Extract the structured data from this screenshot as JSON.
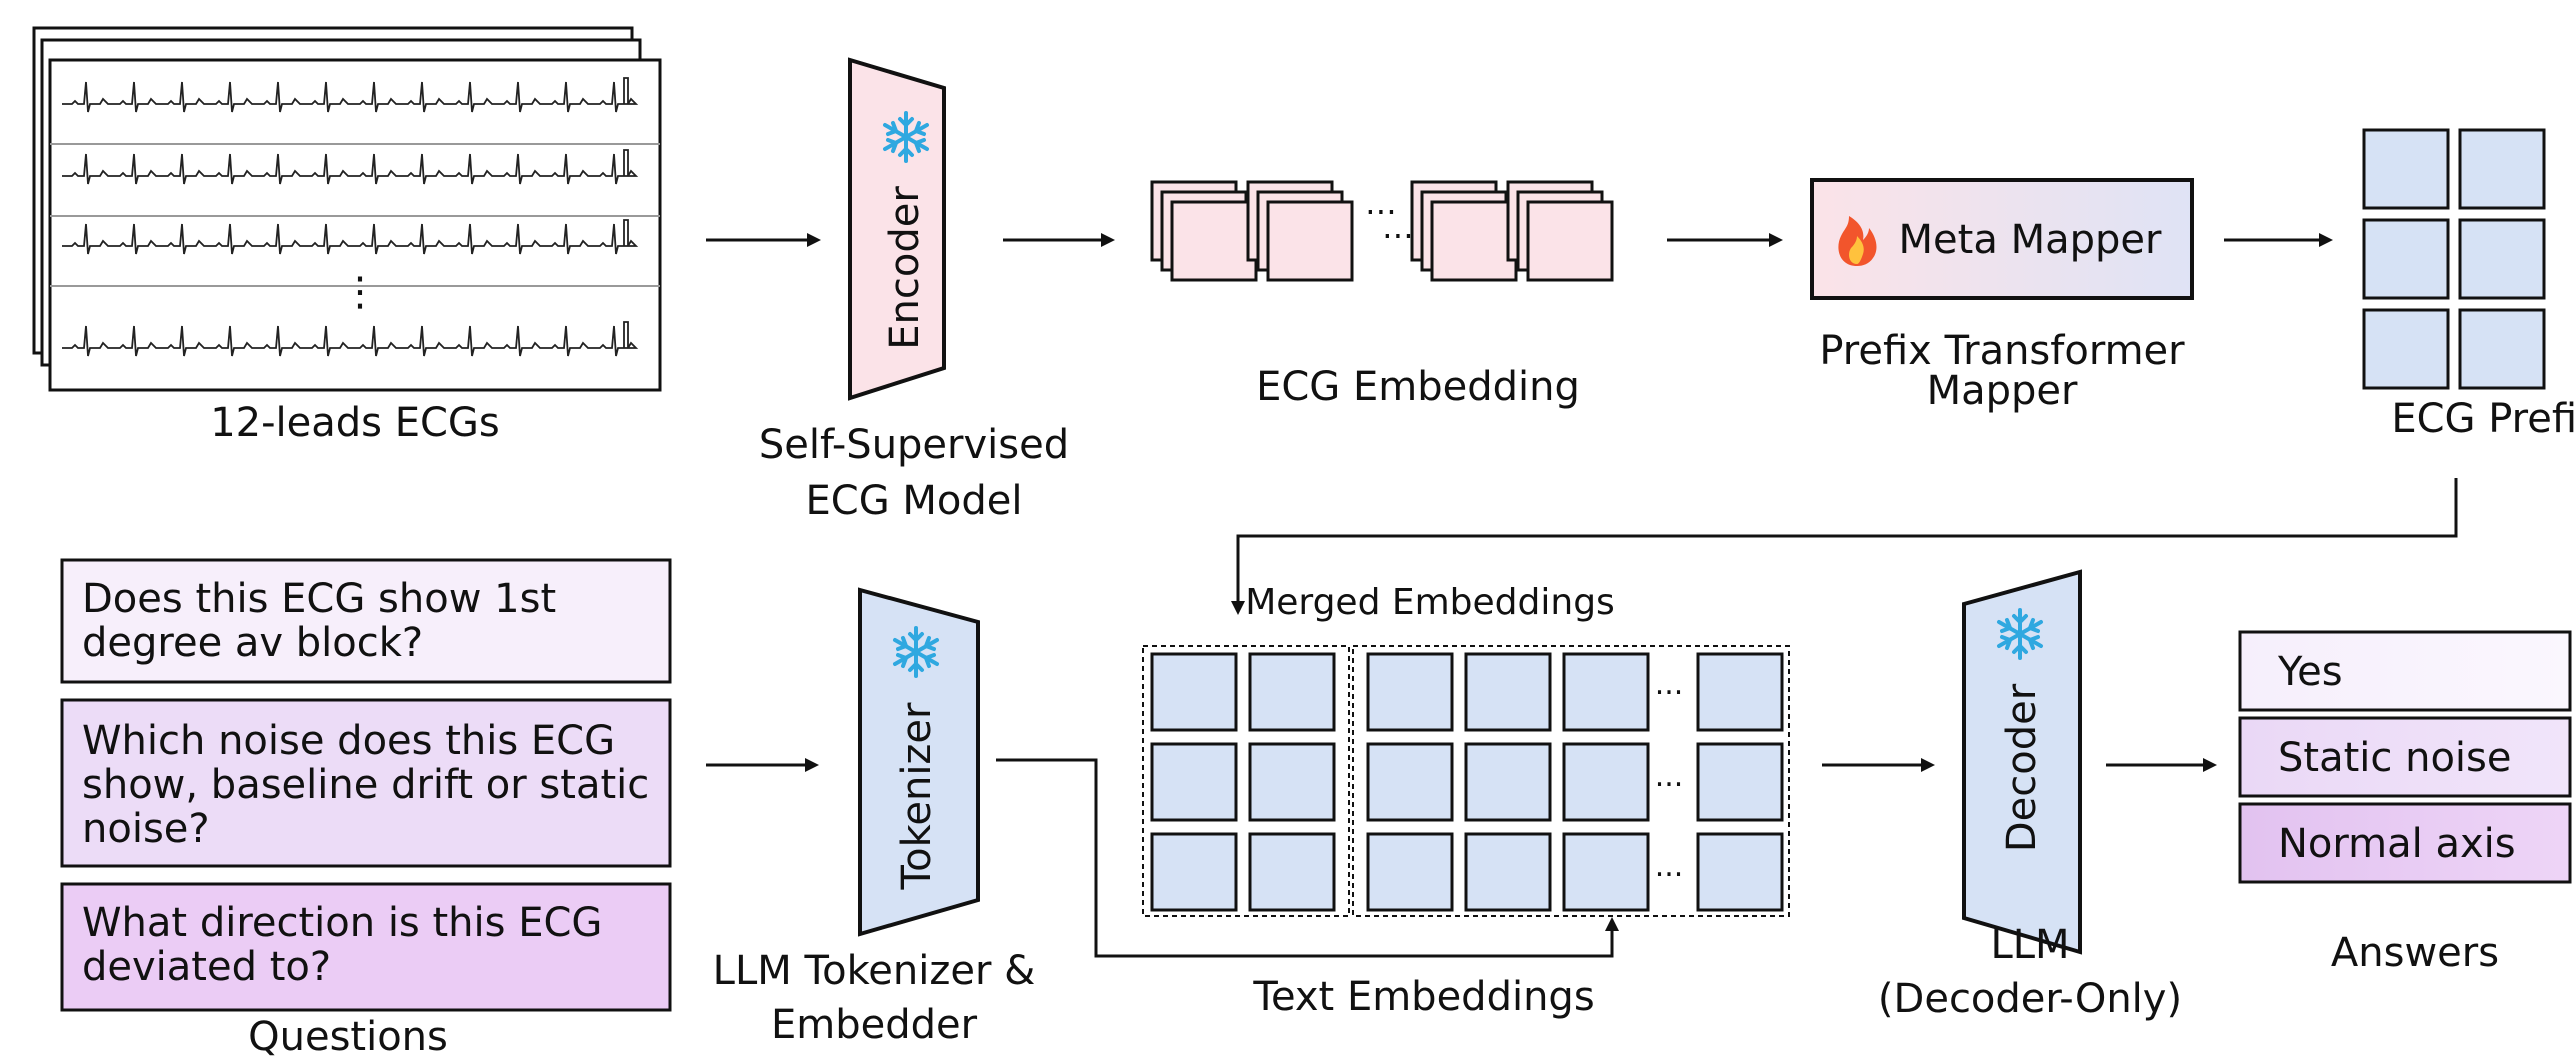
{
  "ecg_input": {
    "label": "12-leads ECGs",
    "dots": "⋮"
  },
  "encoder": {
    "name": "Encoder",
    "caption_line1": "Self-Supervised",
    "caption_line2": "ECG Model",
    "frozen_icon": "snowflake-icon"
  },
  "ecg_embedding": {
    "caption": "ECG Embedding",
    "ellipsis": "⋯"
  },
  "meta_mapper": {
    "label": "Meta Mapper",
    "icon": "fire-icon",
    "caption_line1": "Prefix Transformer",
    "caption_line2": "Mapper"
  },
  "ecg_prefix": {
    "caption": "ECG Prefix"
  },
  "questions": {
    "caption": "Questions",
    "items": [
      {
        "line1": "Does this ECG show 1st",
        "line2": "degree av block?"
      },
      {
        "line1": "Which noise does this ECG",
        "line2": "show, baseline drift or static",
        "line3": "noise?"
      },
      {
        "line1": "What direction is this ECG",
        "line2": "deviated to?"
      }
    ]
  },
  "tokenizer": {
    "name": "Tokenizer",
    "caption_line1": "LLM Tokenizer &",
    "caption_line2": "Embedder",
    "frozen_icon": "snowflake-icon"
  },
  "merged": {
    "title": "Merged Embeddings",
    "ellipsis": "..."
  },
  "text_embeddings": {
    "caption": "Text Embeddings"
  },
  "decoder": {
    "name": "Decoder",
    "caption_line1": "LLM",
    "caption_line2": "(Decoder-Only)",
    "frozen_icon": "snowflake-icon"
  },
  "answers": {
    "caption": "Answers",
    "items": [
      "Yes",
      "Static noise",
      "Normal axis"
    ]
  },
  "colors": {
    "pink_fill": "#fbe3e8",
    "blue_fill": "#d6e2f5",
    "snowflake": "#2fa8e0",
    "fire": "#f2552c"
  }
}
